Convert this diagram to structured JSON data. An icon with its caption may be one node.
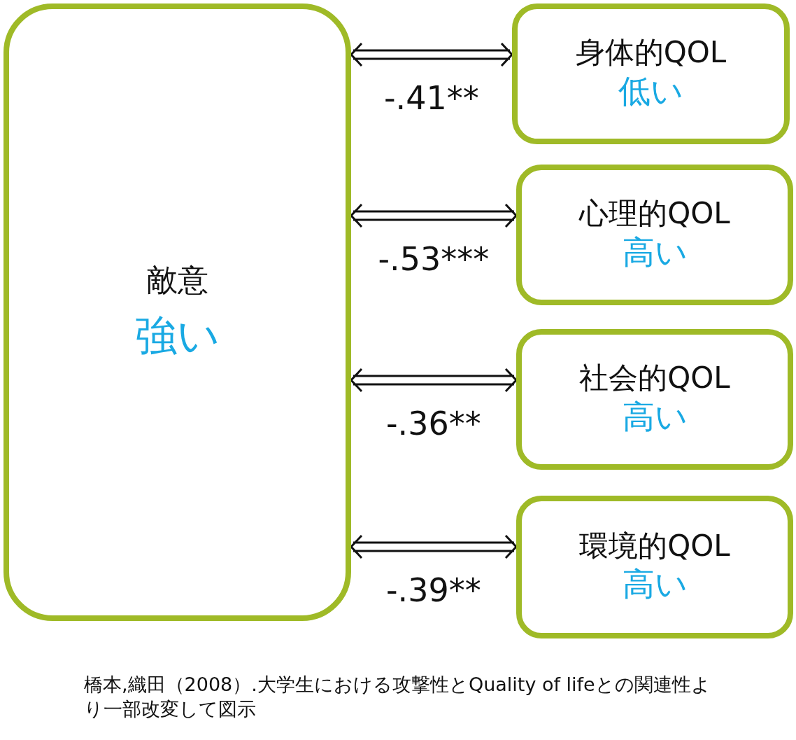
{
  "diagram": {
    "caption": "橋本,織田（2008）.大学生における攻撃性とQuality of lifeとの関連性より一部改変して図示",
    "nodes": [
      {
        "text": [
          "敵意",
          "強い"
        ]
      },
      {
        "text": [
          "身体的QOL",
          "低い"
        ]
      },
      {
        "text": [
          "心理的QOL",
          "高い"
        ]
      },
      {
        "text": [
          "社会的QOL",
          "高い"
        ]
      },
      {
        "text": [
          "環境的QOL",
          "高い"
        ]
      }
    ],
    "edges": [
      {
        "from": 0,
        "to": 1,
        "arrow": "both",
        "label": "-.41**"
      },
      {
        "from": 0,
        "to": 2,
        "arrow": "both",
        "label": "-.53***"
      },
      {
        "from": 0,
        "to": 3,
        "arrow": "both",
        "label": "-.36**"
      },
      {
        "from": 0,
        "to": 4,
        "arrow": "both",
        "label": "-.39**"
      }
    ]
  }
}
